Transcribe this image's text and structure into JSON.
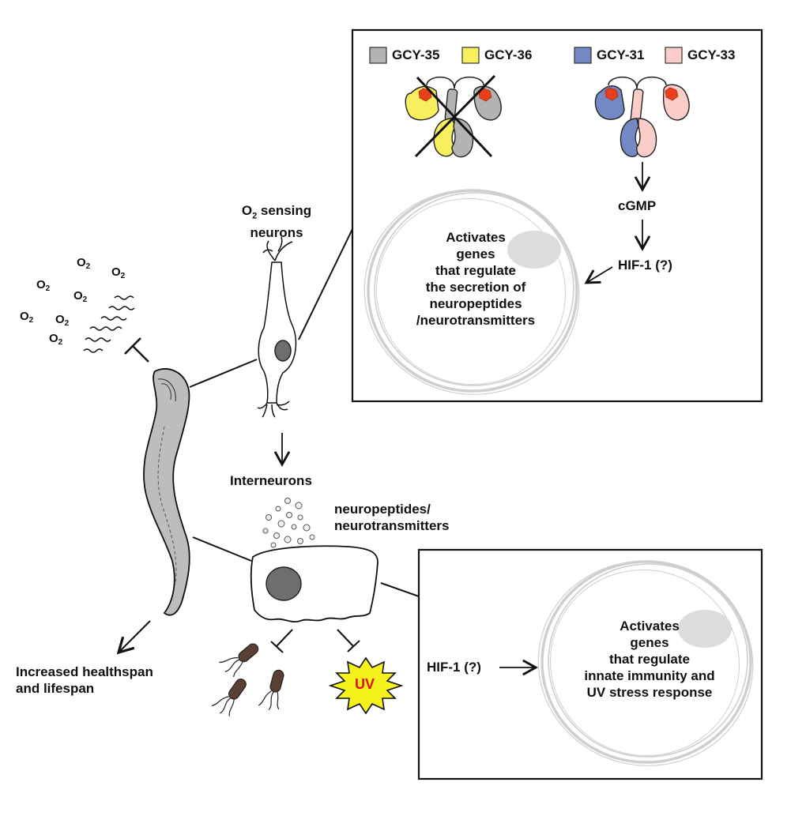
{
  "legend": {
    "gcy35": {
      "label": "GCY-35",
      "color": "#b3b3b3"
    },
    "gcy36": {
      "label": "GCY-36",
      "color": "#f7ef5e"
    },
    "gcy31": {
      "label": "GCY-31",
      "color": "#7489c4"
    },
    "gcy33": {
      "label": "GCY-33",
      "color": "#fbcdc8"
    }
  },
  "o2_label": "O",
  "o2_sub": "2",
  "o2_sensing_label": {
    "prefix": "O",
    "sub": "2",
    "rest": " sensing",
    "line2": "neurons"
  },
  "interneurons_label": "Interneurons",
  "neuropeptides_label": {
    "line1": "neuropeptides/",
    "line2": "neurotransmitters"
  },
  "top_box": {
    "cgmp": "cGMP",
    "hif": "HIF-1 (?)",
    "nucleus_text": [
      "Activates",
      "genes",
      "that regulate",
      "the secretion of",
      "neuropeptides",
      "/neurotransmitters"
    ]
  },
  "bottom_box": {
    "hif": "HIF-1 (?)",
    "nucleus_text": [
      "Activates",
      "genes",
      "that regulate",
      "innate immunity and",
      "UV stress response"
    ]
  },
  "outcome": {
    "line1": "Increased healthspan",
    "line2": "and lifespan"
  },
  "uv_label": "UV",
  "colors": {
    "worm_fill": "#bdbdbd",
    "nucleus_ring": "#cfcfcf",
    "nucleolus": "#dcdcdc",
    "heme": "#e8401a",
    "uv_burst": "#f5f21c"
  }
}
